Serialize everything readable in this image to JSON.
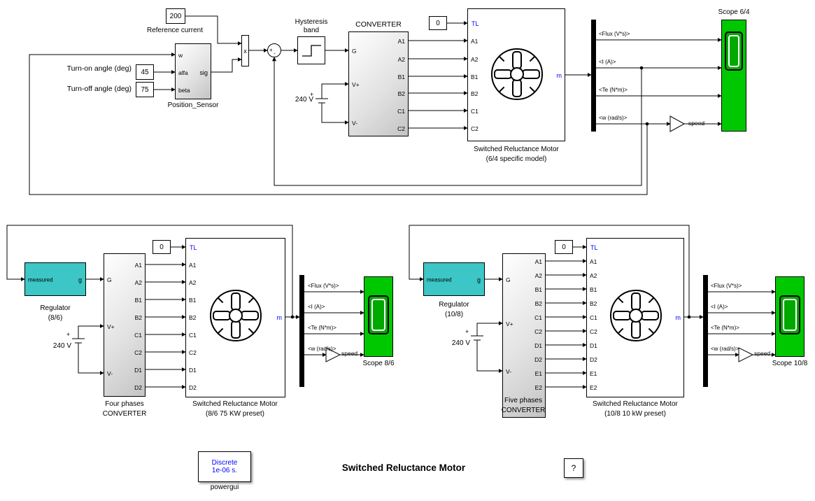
{
  "colors": {
    "regulator": "#3cc6c6",
    "scope_green": "#00c800",
    "signal_blue": "#0000ff",
    "wire": "#000000"
  },
  "top": {
    "ref_current_value": "200",
    "ref_current_label": "Reference current",
    "turn_on_label": "Turn-on angle (deg)",
    "turn_on_value": "45",
    "turn_off_label": "Turn-off angle (deg)",
    "turn_off_value": "75",
    "sensor": {
      "inputs": [
        "w",
        "alfa",
        "beta"
      ],
      "output": "sig",
      "label": "Position_Sensor"
    },
    "product_symbol": "x",
    "sum_plus": "+",
    "sum_minus": "-",
    "hysteresis_label": [
      "Hysteresis",
      "band"
    ],
    "converter": {
      "title": "CONVERTER",
      "left_ports": [
        "G",
        "V+",
        "V-"
      ],
      "right_ports": [
        "A1",
        "A2",
        "B1",
        "B2",
        "C1",
        "C2"
      ]
    },
    "dc_label": "240 V",
    "dc_plus": "+",
    "tl_value": "0",
    "motor": {
      "tl": "TL",
      "ports": [
        "A1",
        "A2",
        "B1",
        "B2",
        "C1",
        "C2"
      ],
      "out": "m",
      "name_line1": "Switched Reluctance Motor",
      "name_line2": "(6/4 specific model)"
    },
    "bus_signals": [
      "<Flux (V*s)>",
      "<I (A)>",
      "<Te (N*m)>",
      "<w (rad/s)>"
    ],
    "gain_label": "speed",
    "scope_label": "Scope 6/4"
  },
  "left_model": {
    "regulator": {
      "input": "measured",
      "output": "g",
      "name_line1": "Regulator",
      "name_line2": "(8/6)"
    },
    "converter": {
      "left_ports": [
        "G",
        "V+",
        "V-"
      ],
      "right_ports": [
        "A1",
        "A2",
        "B1",
        "B2",
        "C1",
        "C2",
        "D1",
        "D2"
      ],
      "name_line1": "Four phases",
      "name_line2": "CONVERTER"
    },
    "dc_label": "240 V",
    "dc_plus": "+",
    "tl_value": "0",
    "motor": {
      "tl": "TL",
      "ports": [
        "A1",
        "A2",
        "B1",
        "B2",
        "C1",
        "C2",
        "D1",
        "D2"
      ],
      "out": "m",
      "name_line1": "Switched Reluctance Motor",
      "name_line2": "(8/6 75 KW preset)"
    },
    "bus_signals": [
      "<Flux (V*s)>",
      "<I (A)>",
      "<Te (N*m)>",
      "<w (rad/s)>"
    ],
    "gain_label": "speed",
    "scope_label": "Scope 8/6"
  },
  "right_model": {
    "regulator": {
      "input": "measured",
      "output": "g",
      "name_line1": "Regulator",
      "name_line2": "(10/8)"
    },
    "converter": {
      "left_ports": [
        "G",
        "V+",
        "V-"
      ],
      "right_ports": [
        "A1",
        "A2",
        "B1",
        "B2",
        "C1",
        "C2",
        "D1",
        "D2",
        "E1",
        "E2"
      ],
      "name_line1": "Five phases",
      "name_line2": "CONVERTER"
    },
    "dc_label": "240 V",
    "dc_plus": "+",
    "tl_value": "0",
    "motor": {
      "tl": "TL",
      "ports": [
        "A1",
        "A2",
        "B1",
        "B2",
        "C1",
        "C2",
        "D1",
        "D2",
        "E1",
        "E2"
      ],
      "out": "m",
      "name_line1": "Switched Reluctance Motor",
      "name_line2": "(10/8 10 kW preset)"
    },
    "bus_signals": [
      "<Flux (V*s)>",
      "<I (A)>",
      "<Te (N*m)>",
      "<w (rad/s)>"
    ],
    "gain_label": "speed",
    "scope_label": "Scope 10/8"
  },
  "footer": {
    "powergui_line1": "Discrete",
    "powergui_line2": "1e-06 s.",
    "powergui_label": "powergui",
    "title": "Switched Reluctance Motor",
    "help": "?"
  }
}
